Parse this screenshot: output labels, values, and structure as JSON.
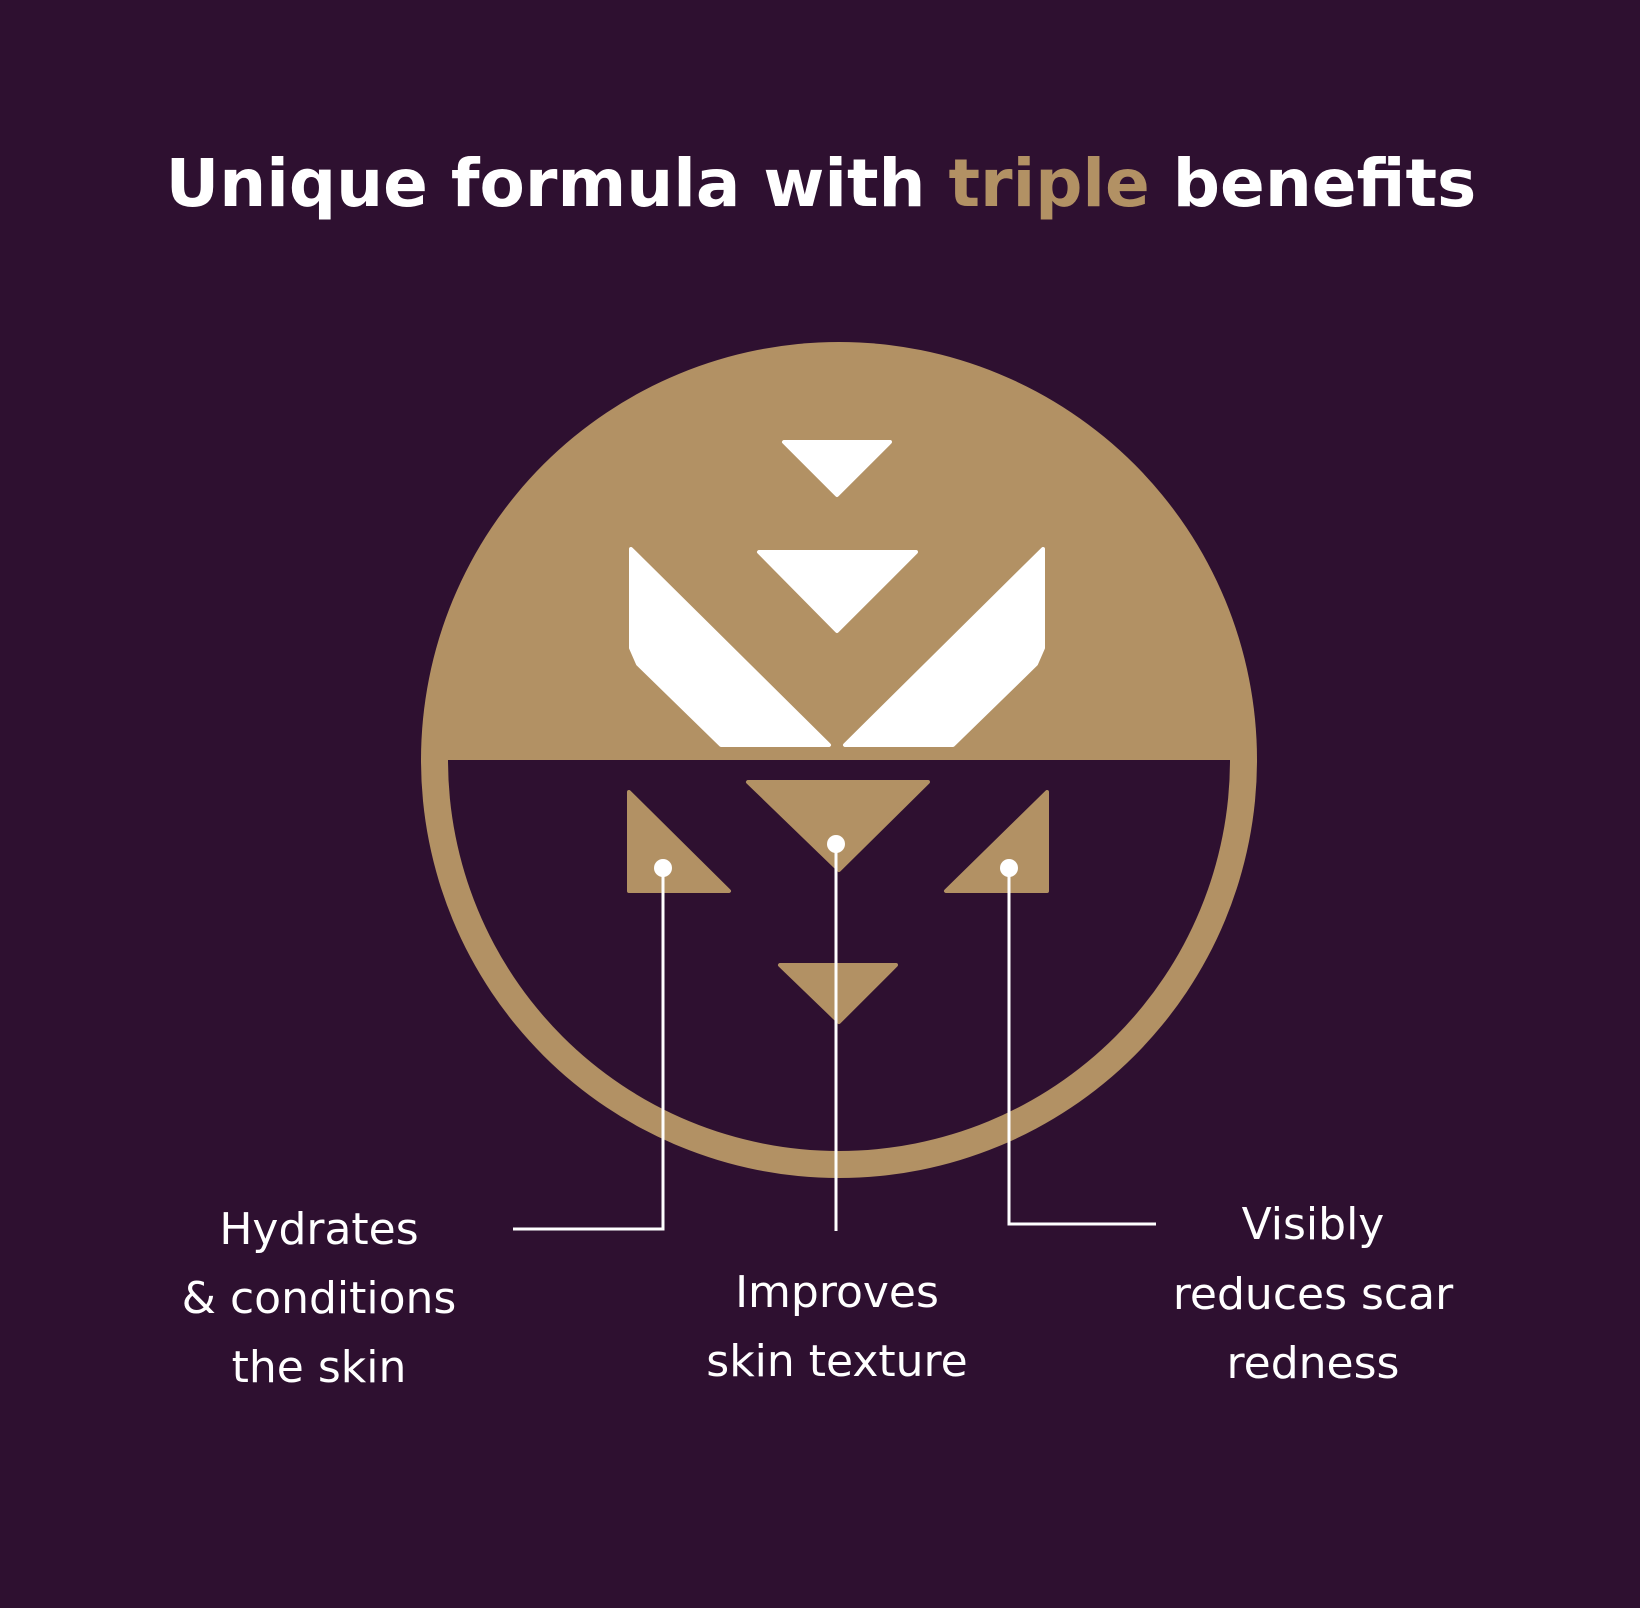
{
  "colors": {
    "background": "#2e1030",
    "gold": "#b29164",
    "white": "#ffffff"
  },
  "title": {
    "part1": "Unique formula with ",
    "highlight": "triple",
    "part2": " benefits"
  },
  "logo": {
    "icon": "geometric-emblem-icon"
  },
  "benefits": [
    {
      "lines": [
        "Hydrates",
        "& conditions",
        "the skin"
      ]
    },
    {
      "lines": [
        "Improves",
        "skin texture"
      ]
    },
    {
      "lines": [
        "Visibly",
        "reduces scar",
        "redness"
      ]
    }
  ]
}
